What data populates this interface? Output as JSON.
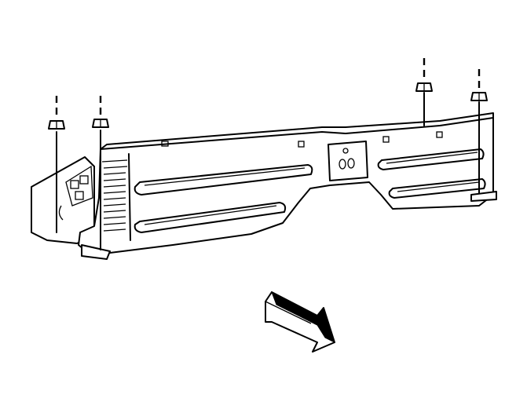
{
  "diagram": {
    "subject": "instrument-panel-lower-trim",
    "fasteners": [
      {
        "id": "stud-left-outer",
        "kind": "nut-and-stud"
      },
      {
        "id": "stud-left-inner",
        "kind": "nut-and-stud"
      },
      {
        "id": "stud-right-inner",
        "kind": "nut-and-stud"
      },
      {
        "id": "stud-right-outer",
        "kind": "nut-and-stud"
      }
    ],
    "direction_indicator": "arrow-pointing-forward",
    "colors": {
      "line": "#000000",
      "background": "#ffffff"
    }
  }
}
